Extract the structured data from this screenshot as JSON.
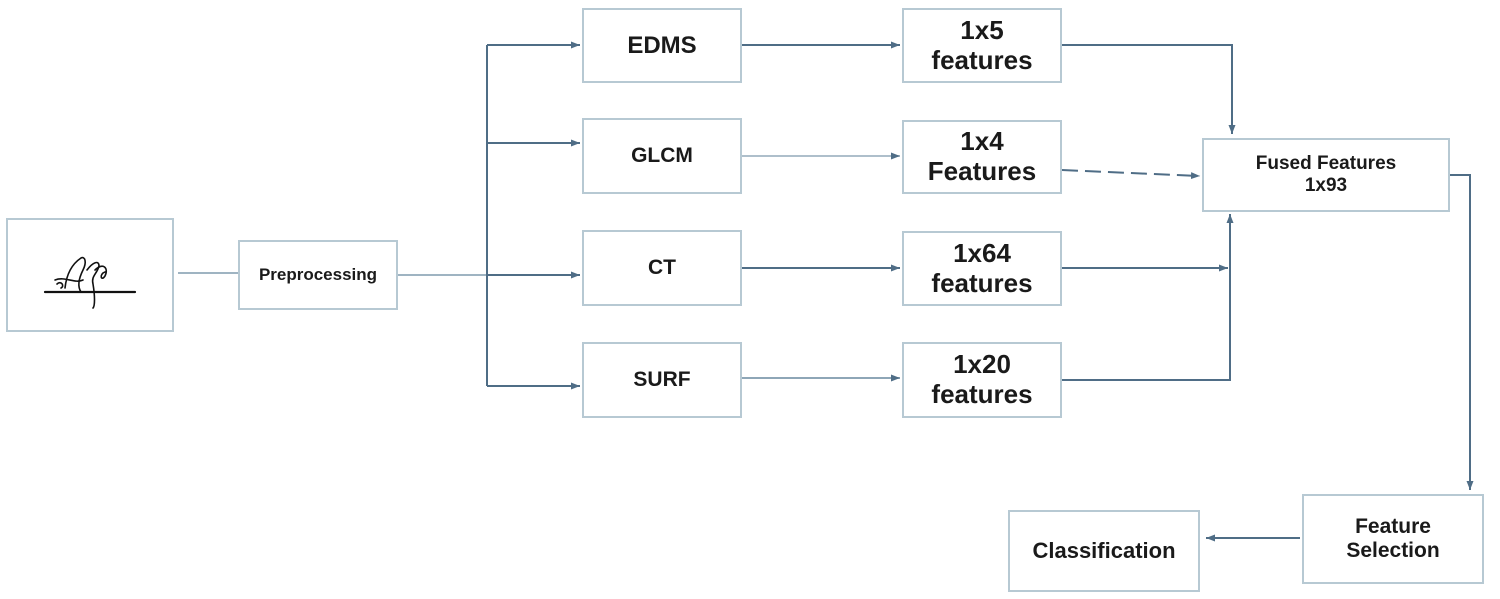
{
  "nodes": {
    "preprocessing": "Preprocessing",
    "edms": "EDMS",
    "glcm": "GLCM",
    "ct": "CT",
    "surf": "SURF",
    "f_edms": "1x5\nfeatures",
    "f_glcm": "1x4\nFeatures",
    "f_ct": "1x64\nfeatures",
    "f_surf": "1x20\nfeatures",
    "fused": "Fused Features\n1x93",
    "selection": "Feature\nSelection",
    "classification": "Classification"
  },
  "colors": {
    "border": "#b7c9d3",
    "arrow": "#4f6d86",
    "text": "#1a1a1a"
  },
  "icons": {
    "input": "signature-image"
  }
}
